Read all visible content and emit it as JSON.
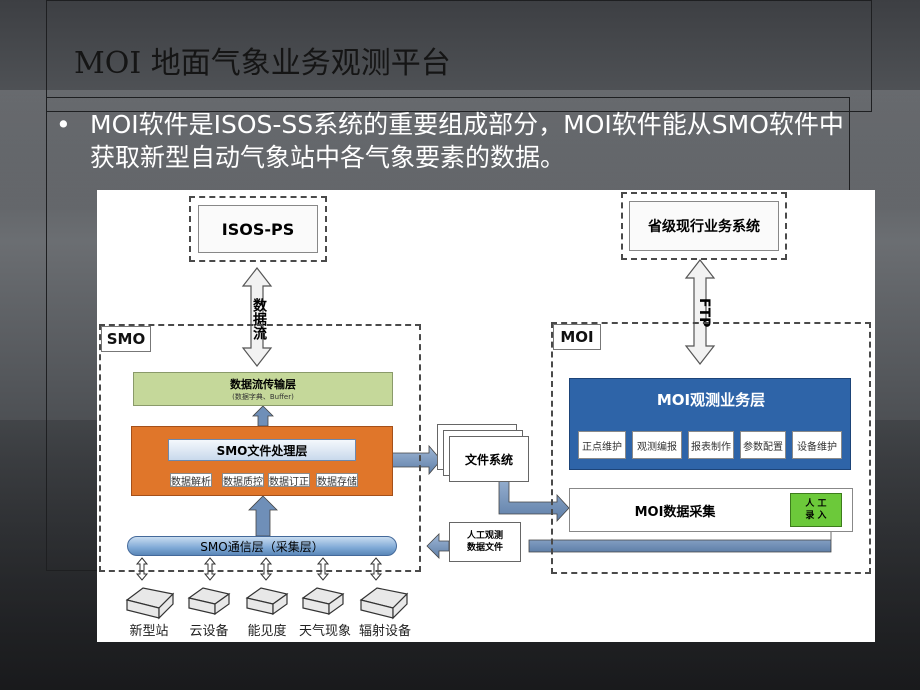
{
  "title": "MOI   地面气象业务观测平台",
  "bullet": "MOI软件是ISOS-SS系统的重要组成部分，MOI软件能从SMO软件中获取新型自动气象站中各气象要素的数据。",
  "diagram": {
    "isos_ps": "ISOS-PS",
    "provincial": "省级现行业务系统",
    "data_flow": "数据流",
    "ftp": "FTP",
    "smo_group": "SMO",
    "moi_group": "MOI",
    "transport_layer": "数据流传输层",
    "transport_sub": "(数据字典、Buffer)",
    "file_layer": "SMO文件处理层",
    "file_sub": [
      "数据解析",
      "数据质控",
      "数据订正",
      "数据存储"
    ],
    "comm_layer": "SMO通信层（采集层）",
    "file_system": "文件系统",
    "manual_file": "人工观测\n数据文件",
    "moi_service": "MOI观测业务层",
    "moi_sub": [
      "正点维护",
      "观测编报",
      "报表制作",
      "参数配置",
      "设备维护"
    ],
    "moi_collect": "MOI数据采集",
    "manual_input": "人 工\n录 入",
    "devices": [
      "新型站",
      "云设备",
      "能见度",
      "天气现象",
      "辐射设备"
    ]
  },
  "colors": {
    "transport": "#c5d89a",
    "file_layer": "#e0762a",
    "comm_layer": "#7fa9d6",
    "moi_service": "#2e64a8",
    "manual_input": "#6cc93a"
  }
}
